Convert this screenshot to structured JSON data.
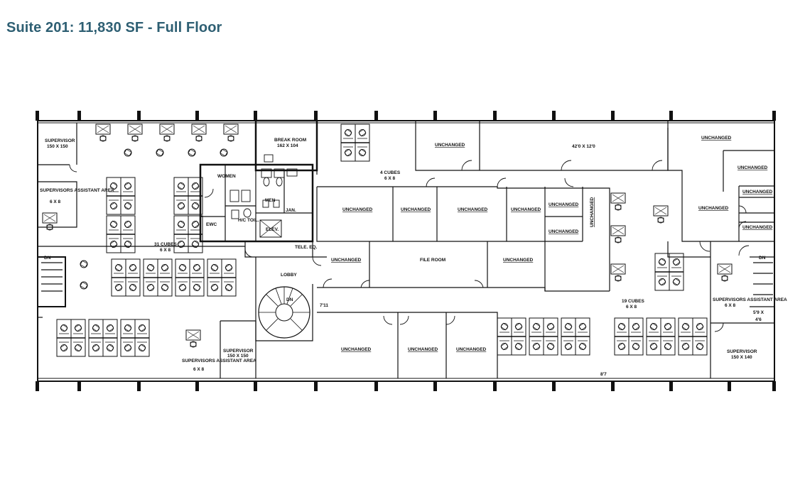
{
  "title": "Suite 201: 11,830 SF - Full Floor",
  "colors": {
    "title": "#2e5f73",
    "lines": "#111111"
  },
  "rooms": {
    "supervisor_nw": {
      "name": "SUPERVISOR",
      "dim": "150 X 150"
    },
    "supervisors_assistant_nw": {
      "name": "SUPERVISORS ASSISTANT AREA",
      "dim": "6 X 8"
    },
    "break_room": {
      "name": "BREAK ROOM",
      "dim": "162 X 104"
    },
    "women": {
      "name": "WOMEN"
    },
    "men": {
      "name": "MEN"
    },
    "jan": {
      "name": "JAN."
    },
    "hc_toil": {
      "name": "H/C TOIL."
    },
    "elev": {
      "name": "ELEV."
    },
    "tele_eq": {
      "name": "TELE. EQ."
    },
    "ewc": {
      "name": "EWC"
    },
    "lobby": {
      "name": "LOBBY"
    },
    "cubes_31": {
      "name": "31 CUBES",
      "dim": "6 X 8"
    },
    "cubes_4": {
      "name": "4 CUBES",
      "dim": "6 X 8"
    },
    "cubes_19": {
      "name": "19 CUBES",
      "dim": "6 X 8"
    },
    "conference": {
      "dim": "42'0 X 12'0"
    },
    "file_room": {
      "name": "FILE ROOM"
    },
    "unchanged": "UNCHANGED",
    "supervisor_sw": {
      "name": "SUPERVISOR",
      "dim": "150 X 150"
    },
    "supervisors_assistant_sw": {
      "name": "SUPERVISORS ASSISTANT AREA",
      "dim": "6 X 8"
    },
    "supervisor_se": {
      "name": "SUPERVISOR",
      "dim": "150 X 140"
    },
    "supervisors_assistant_e": {
      "name": "SUPERVISORS ASSISTANT AREA",
      "dim": "6 X 8"
    },
    "dn_w": "DN",
    "dn_e": "DN",
    "dn_stair": "DN"
  },
  "dims": {
    "d711": "7'11",
    "d59": "5'9 X",
    "d46": "4'6",
    "d87": "8'7"
  }
}
